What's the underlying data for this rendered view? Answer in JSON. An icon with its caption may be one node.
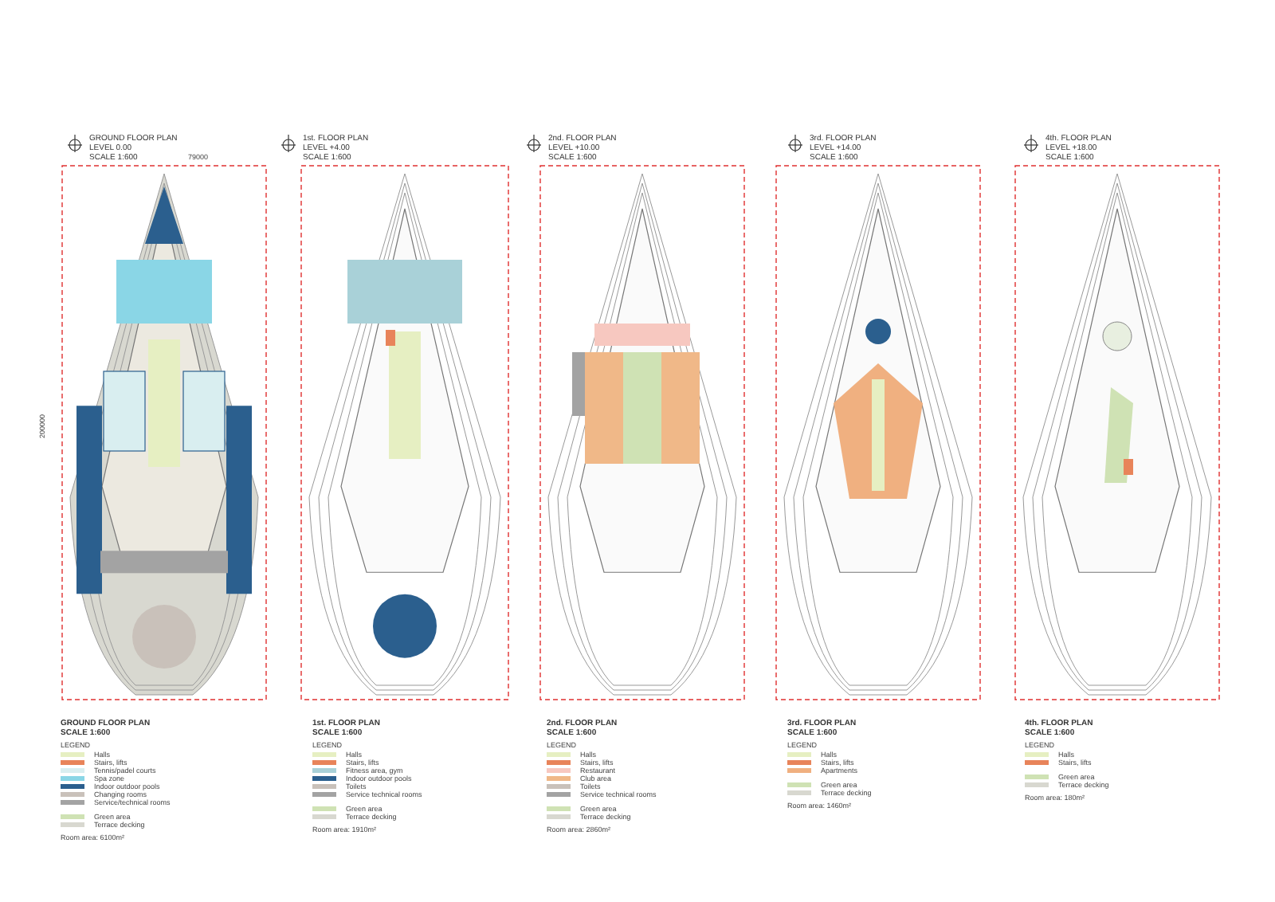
{
  "diagram": {
    "labels": [
      "GROUND FLOOR PLAN",
      "LEVEL 0.00",
      "SCALE 1:600",
      "79000",
      "200000",
      "GROUND FLOOR PLAN",
      "SCALE 1:600",
      "LEGEND",
      "Room area: 6100m²",
      "1st. FLOOR PLAN",
      "LEVEL +4.00",
      "SCALE 1:600",
      "1st. FLOOR PLAN",
      "SCALE 1:600",
      "LEGEND",
      "Room area: 1910m²",
      "2nd. FLOOR PLAN",
      "LEVEL +10.00",
      "SCALE 1:600",
      "2nd. FLOOR PLAN",
      "SCALE 1:600",
      "LEGEND",
      "Room area: 2860m²",
      "3rd. FLOOR PLAN",
      "LEVEL +14.00",
      "SCALE 1:600",
      "3rd. FLOOR PLAN",
      "SCALE 1:600",
      "LEGEND",
      "Room area: 1460m²",
      "4th. FLOOR PLAN",
      "LEVEL +18.00",
      "SCALE 1:600",
      "4th. FLOOR PLAN",
      "SCALE 1:600",
      "LEGEND",
      "Room area: 180m²"
    ],
    "legend": [
      {
        "text": "Halls",
        "color": "#e6efc2"
      },
      {
        "text": "Stairs, lifts",
        "color": "#e8845a"
      },
      {
        "text": "Tennis/padel courts",
        "color": "#d9eef0"
      },
      {
        "text": "Spa zone",
        "color": "#8ad6e6"
      },
      {
        "text": "Indoor outdoor pools",
        "color": "#2b5f8e"
      },
      {
        "text": "Changing rooms",
        "color": "#c9c1ba"
      },
      {
        "text": "Service/technical rooms",
        "color": "#a3a3a3"
      },
      {
        "text": "Green area",
        "color": "#cfe2b4"
      },
      {
        "text": "Terrace decking",
        "color": "#d8d8d0"
      },
      {
        "text": "Halls",
        "color": "#e6efc2"
      },
      {
        "text": "Stairs, lifts",
        "color": "#e8845a"
      },
      {
        "text": "Fitness area, gym",
        "color": "#a9d1d8"
      },
      {
        "text": "Indoor outdoor pools",
        "color": "#2b5f8e"
      },
      {
        "text": "Toilets",
        "color": "#c9c1ba"
      },
      {
        "text": "Service technical rooms",
        "color": "#a3a3a3"
      },
      {
        "text": "Green area",
        "color": "#cfe2b4"
      },
      {
        "text": "Terrace decking",
        "color": "#d8d8d0"
      },
      {
        "text": "Halls",
        "color": "#e6efc2"
      },
      {
        "text": "Stairs, lifts",
        "color": "#e8845a"
      },
      {
        "text": "Restaurant",
        "color": "#f7c8c0"
      },
      {
        "text": "Club area",
        "color": "#f0b888"
      },
      {
        "text": "Toilets",
        "color": "#c9c1ba"
      },
      {
        "text": "Service technical rooms",
        "color": "#a3a3a3"
      },
      {
        "text": "Green area",
        "color": "#cfe2b4"
      },
      {
        "text": "Terrace decking",
        "color": "#d8d8d0"
      },
      {
        "text": "Halls",
        "color": "#e6efc2"
      },
      {
        "text": "Stairs, lifts",
        "color": "#e8845a"
      },
      {
        "text": "Apartments",
        "color": "#f0b080"
      },
      {
        "text": "Green area",
        "color": "#cfe2b4"
      },
      {
        "text": "Terrace decking",
        "color": "#d8d8d0"
      },
      {
        "text": "Halls",
        "color": "#e6efc2"
      },
      {
        "text": "Stairs, lifts",
        "color": "#e8845a"
      },
      {
        "text": "Green area",
        "color": "#cfe2b4"
      },
      {
        "text": "Terrace decking",
        "color": "#d8d8d0"
      }
    ]
  }
}
